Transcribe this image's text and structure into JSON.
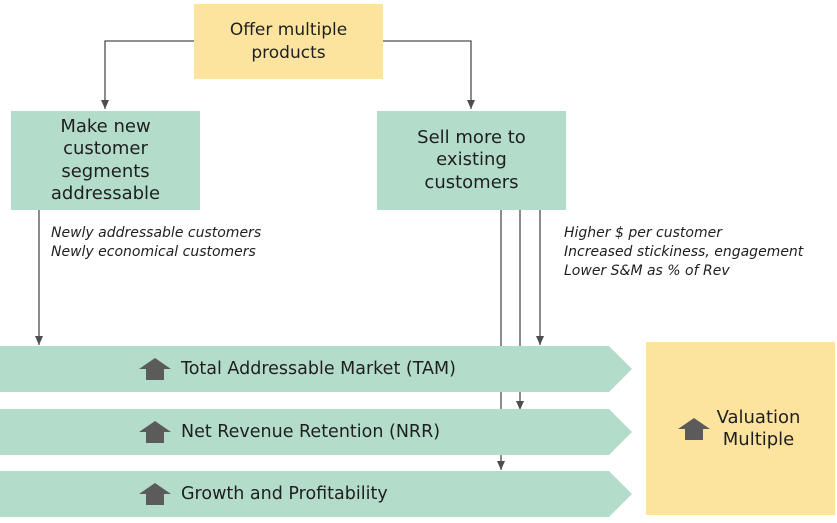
{
  "boxes": {
    "offer": "Offer multiple products",
    "make_new": "Make new customer segments addressable",
    "sell_more": "Sell more to existing customers",
    "valuation": "Valuation Multiple"
  },
  "notes": {
    "left": [
      "Newly addressable customers",
      "Newly economical customers"
    ],
    "right": [
      "Higher $ per customer",
      "Increased stickiness, engagement",
      "Lower S&M as % of Rev"
    ]
  },
  "bands": [
    {
      "label": "Total Addressable Market (TAM)",
      "icon": "up-arrow-icon"
    },
    {
      "label": "Net Revenue Retention (NRR)",
      "icon": "up-arrow-icon"
    },
    {
      "label": "Growth and Profitability",
      "icon": "up-arrow-icon"
    }
  ],
  "colors": {
    "yellow": "#fce49e",
    "green": "#b3dccb",
    "arrow": "#4d4d4d",
    "icon": "#5b5b5b"
  }
}
